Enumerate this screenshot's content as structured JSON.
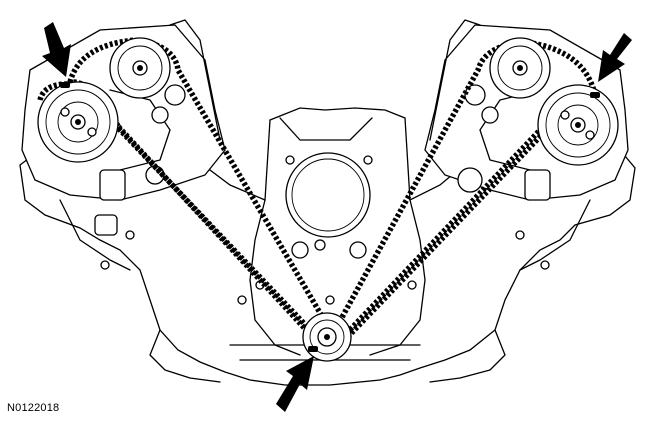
{
  "figure": {
    "caption": "N0122018",
    "colors": {
      "line": "#000000",
      "background": "#ffffff"
    },
    "markers": [
      {
        "name": "left-cam-timing-mark",
        "icon": "arrow-icon"
      },
      {
        "name": "right-cam-timing-mark",
        "icon": "arrow-icon"
      },
      {
        "name": "crank-timing-mark",
        "icon": "arrow-icon"
      }
    ]
  }
}
